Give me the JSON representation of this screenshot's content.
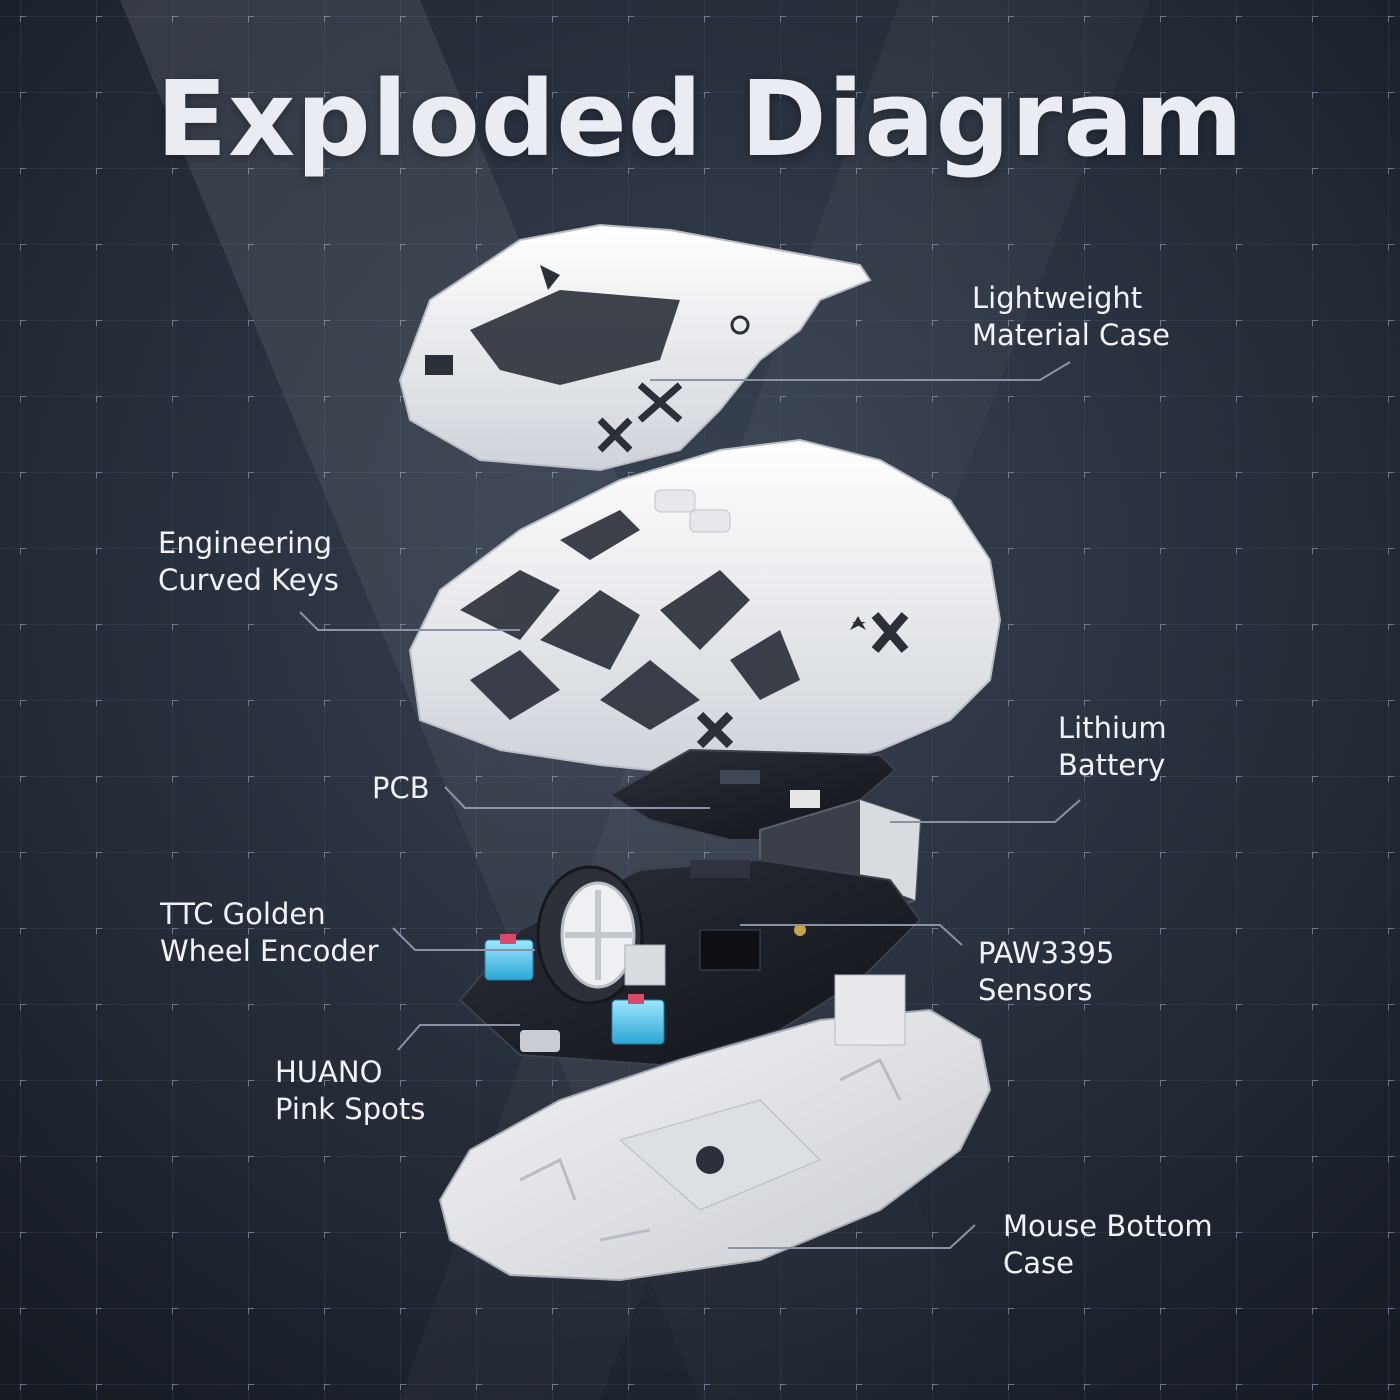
{
  "title": "Exploded Diagram",
  "callouts": {
    "lightweight_case": {
      "line1": "Lightweight",
      "line2": "Material Case"
    },
    "curved_keys": {
      "line1": "Engineering",
      "line2": "Curved Keys"
    },
    "battery": {
      "line1": "Lithium",
      "line2": "Battery"
    },
    "pcb": {
      "line1": "PCB"
    },
    "wheel_encoder": {
      "line1": "TTC Golden",
      "line2": "Wheel Encoder"
    },
    "sensor": {
      "line1": "PAW3395",
      "line2": "Sensors"
    },
    "switches": {
      "line1": "HUANO",
      "line2": "Pink Spots"
    },
    "bottom_case": {
      "line1": "Mouse Bottom",
      "line2": "Case"
    }
  },
  "colors": {
    "background": "#1f2530",
    "shell": "#f2f3f5",
    "pcb": "#1a1d24",
    "switch": "#5fc8f0",
    "leader_line": "#8a93a3"
  }
}
